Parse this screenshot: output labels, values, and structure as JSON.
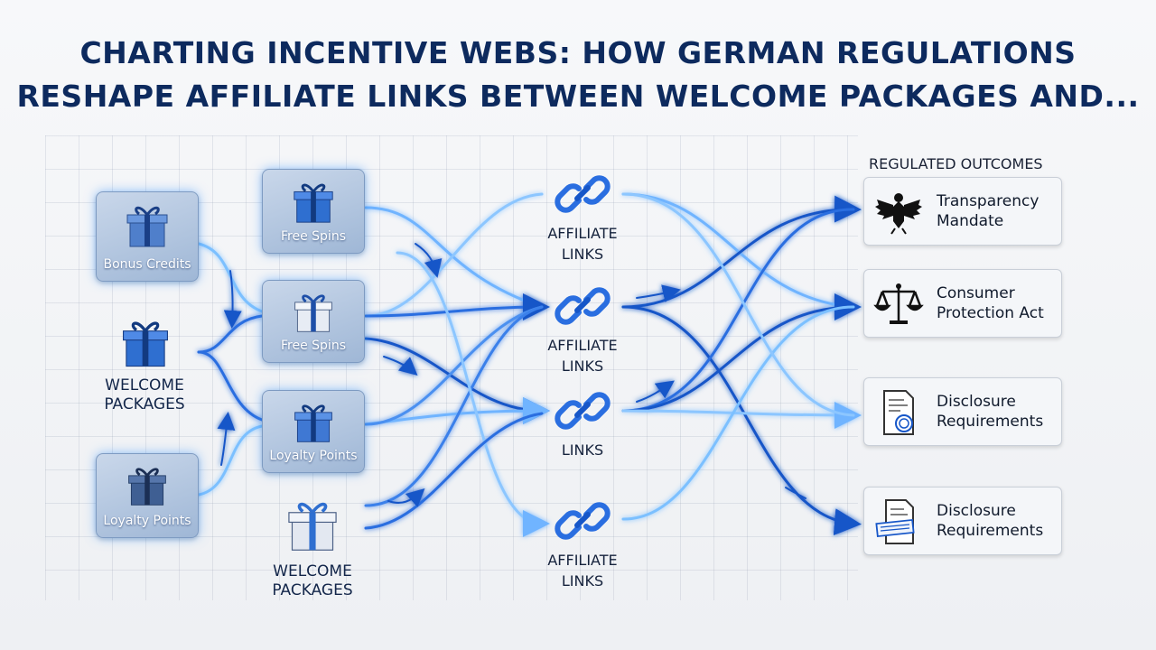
{
  "title": {
    "line1": "CHARTING INCENTIVE WEBS: HOW GERMAN REGULATIONS",
    "line2": "RESHAPE AFFILIATE LINKS BETWEEN WELCOME PACKAGES AND..."
  },
  "incentives": {
    "bonus_credits": "Bonus Credits",
    "welcome_packages_1": [
      "WELCOME",
      "PACKAGES"
    ],
    "loyalty_points_1": "Loyalty Points",
    "free_spins_1": "Free Spins",
    "free_spins_2": "Free Spins",
    "loyalty_points_2": "Loyalty Points",
    "welcome_packages_2": [
      "WELCOME",
      "PACKAGES"
    ]
  },
  "affiliate_nodes": [
    {
      "lines": [
        "AFFILIATE",
        "LINKS"
      ]
    },
    {
      "lines": [
        "AFFILIATE",
        "LINKS"
      ]
    },
    {
      "lines": [
        "LINKS"
      ]
    },
    {
      "lines": [
        "AFFILIATE",
        "LINKS"
      ]
    }
  ],
  "outcomes": {
    "heading": "REGULATED OUTCOMES",
    "items": [
      {
        "lines": [
          "Transparency",
          "Mandate"
        ],
        "icon": "eagle-icon"
      },
      {
        "lines": [
          "Consumer",
          "Protection Act"
        ],
        "icon": "scales-icon"
      },
      {
        "lines": [
          "Disclosure",
          "Requirements"
        ],
        "icon": "document-seal-icon"
      },
      {
        "lines": [
          "Disclosure",
          "Requirements"
        ],
        "icon": "document-stamp-icon"
      }
    ]
  },
  "colors": {
    "title": "#0d2a5e",
    "link_dark": "#1656c8",
    "link_light": "#6fb4ff",
    "node_bg": "#a9bfdc",
    "gift_blue": "#2f6fd0"
  }
}
